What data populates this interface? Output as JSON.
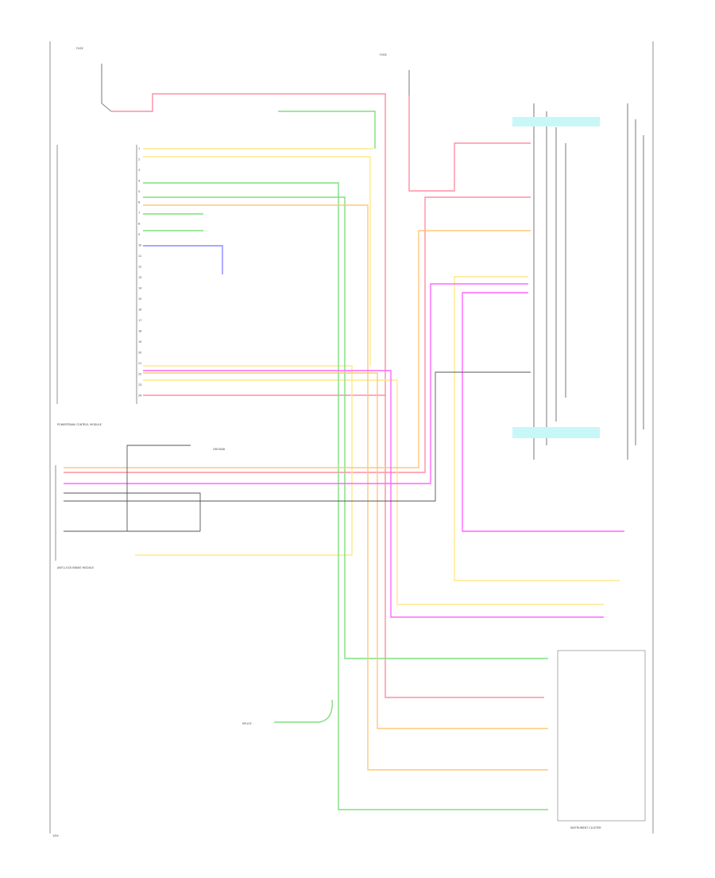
{
  "diagram": {
    "colors": {
      "red": "#ff8fa3",
      "yellow": "#ffe98a",
      "green": "#7ee07e",
      "orange": "#ffc77a",
      "blue": "#8a8aff",
      "pink": "#ff66ff",
      "gray": "#555555",
      "cyan": "#c8f7f7"
    },
    "labels": {
      "pcm": "POWERTRAIN CONTROL MODULE",
      "cluster": "INSTRUMENT CLUSTER",
      "abs": "ANTI-LOCK BRAKE MODULE",
      "ground": "GROUND",
      "page": "1/94",
      "fuse_top_left": "FUSE",
      "fuse_top_mid": "FUSE",
      "splice": "SPLICE"
    },
    "pcm_pins": [
      "1",
      "2",
      "3",
      "4",
      "5",
      "6",
      "7",
      "8",
      "9",
      "10",
      "11",
      "12",
      "13",
      "14",
      "15",
      "16",
      "17",
      "18",
      "19",
      "20",
      "21",
      "22",
      "23",
      "24"
    ]
  }
}
